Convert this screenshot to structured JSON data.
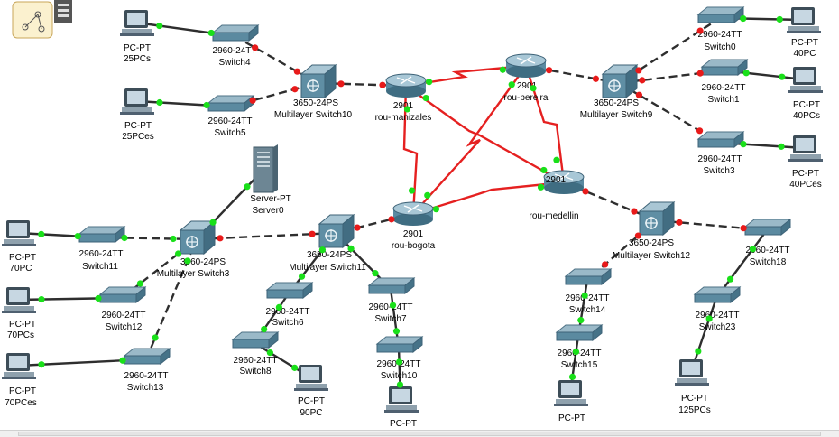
{
  "colors": {
    "link_up": "#2e2e2e",
    "link_serial": "#e52020",
    "port_up": "#19e019",
    "port_down": "#e81a1a"
  },
  "nodes": [
    {
      "id": "pc25",
      "kind": "pc",
      "line1": "PC-PT",
      "line2": "25PCs"
    },
    {
      "id": "sw4",
      "kind": "switch",
      "line1": "2960-24TT",
      "line2": "Switch4"
    },
    {
      "id": "pc25es",
      "kind": "pc",
      "line1": "PC-PT",
      "line2": "25PCes"
    },
    {
      "id": "sw5",
      "kind": "switch",
      "line1": "2960-24TT",
      "line2": "Switch5"
    },
    {
      "id": "msw10",
      "kind": "mlswitch",
      "line1": "3650-24PS",
      "line2": "Multilayer Switch10"
    },
    {
      "id": "rman",
      "kind": "router",
      "line1": "2901",
      "line2": "rou-manizales"
    },
    {
      "id": "rper",
      "kind": "router",
      "line1": "2901",
      "line2": "rou-pereira"
    },
    {
      "id": "msw9",
      "kind": "mlswitch",
      "line1": "3650-24PS",
      "line2": "Multilayer Switch9"
    },
    {
      "id": "sw0",
      "kind": "switch",
      "line1": "2960-24TT",
      "line2": "Switch0"
    },
    {
      "id": "pc40",
      "kind": "pc",
      "line1": "PC-PT",
      "line2": "40PC"
    },
    {
      "id": "sw1",
      "kind": "switch",
      "line1": "2960-24TT",
      "line2": "Switch1"
    },
    {
      "id": "pc40s",
      "kind": "pc",
      "line1": "PC-PT",
      "line2": "40PCs"
    },
    {
      "id": "sw3",
      "kind": "switch",
      "line1": "2960-24TT",
      "line2": "Switch3"
    },
    {
      "id": "pc40es",
      "kind": "pc",
      "line1": "PC-PT",
      "line2": "40PCes"
    },
    {
      "id": "srv0",
      "kind": "server",
      "line1": "Server-PT",
      "line2": "Server0"
    },
    {
      "id": "rmed",
      "kind": "router",
      "line1": "2901",
      "line2": "rou-medellin"
    },
    {
      "id": "rbog",
      "kind": "router",
      "line1": "2901",
      "line2": "rou-bogota"
    },
    {
      "id": "msw11",
      "kind": "mlswitch",
      "line1": "3650-24PS",
      "line2": "Multilayer Switch11"
    },
    {
      "id": "msw3",
      "kind": "mlswitch",
      "line1": "3560-24PS",
      "line2": "Multilayer Switch3"
    },
    {
      "id": "pc70",
      "kind": "pc",
      "line1": "PC-PT",
      "line2": "70PC"
    },
    {
      "id": "sw11",
      "kind": "switch",
      "line1": "2960-24TT",
      "line2": "Switch11"
    },
    {
      "id": "pc70s",
      "kind": "pc",
      "line1": "PC-PT",
      "line2": "70PCs"
    },
    {
      "id": "sw12",
      "kind": "switch",
      "line1": "2960-24TT",
      "line2": "Switch12"
    },
    {
      "id": "pc70es",
      "kind": "pc",
      "line1": "PC-PT",
      "line2": "70PCes"
    },
    {
      "id": "sw13",
      "kind": "switch",
      "line1": "2960-24TT",
      "line2": "Switch13"
    },
    {
      "id": "sw6",
      "kind": "switch",
      "line1": "2960-24TT",
      "line2": "Switch6"
    },
    {
      "id": "sw8",
      "kind": "switch",
      "line1": "2960-24TT",
      "line2": "Switch8"
    },
    {
      "id": "pc90",
      "kind": "pc",
      "line1": "PC-PT",
      "line2": "90PC"
    },
    {
      "id": "sw7",
      "kind": "switch",
      "line1": "2960-24TT",
      "line2": "Switch7"
    },
    {
      "id": "sw10",
      "kind": "switch",
      "line1": "2960-24TT",
      "line2": "Switch10"
    },
    {
      "id": "pcb",
      "kind": "pc",
      "line1": "PC-PT",
      "line2": ""
    },
    {
      "id": "msw12",
      "kind": "mlswitch",
      "line1": "3650-24PS",
      "line2": "Multilayer Switch12"
    },
    {
      "id": "sw14",
      "kind": "switch",
      "line1": "2960-24TT",
      "line2": "Switch14"
    },
    {
      "id": "sw15",
      "kind": "switch",
      "line1": "2960-24TT",
      "line2": "Switch15"
    },
    {
      "id": "pcm",
      "kind": "pc",
      "line1": "PC-PT",
      "line2": ""
    },
    {
      "id": "sw18",
      "kind": "switch",
      "line1": "2960-24TT",
      "line2": "Switch18"
    },
    {
      "id": "sw23",
      "kind": "switch",
      "line1": "2960-24TT",
      "line2": "Switch23"
    },
    {
      "id": "pc125",
      "kind": "pc",
      "line1": "PC-PT",
      "line2": "125PCs"
    }
  ],
  "links": [
    {
      "a": "pc25",
      "b": "sw4",
      "type": "solid",
      "sa": "up",
      "sb": "up"
    },
    {
      "a": "sw4",
      "b": "msw10",
      "type": "dashed",
      "sa": "down",
      "sb": "down"
    },
    {
      "a": "pc25es",
      "b": "sw5",
      "type": "solid",
      "sa": "up",
      "sb": "up"
    },
    {
      "a": "sw5",
      "b": "msw10",
      "type": "dashed",
      "sa": "down",
      "sb": "down"
    },
    {
      "a": "msw10",
      "b": "rman",
      "type": "dashed",
      "sa": "down",
      "sb": "down"
    },
    {
      "a": "rman",
      "b": "rper",
      "type": "serial",
      "sa": "up",
      "sb": "up"
    },
    {
      "a": "rman",
      "b": "rbog",
      "type": "serial",
      "sa": "up",
      "sb": "up"
    },
    {
      "a": "rman",
      "b": "rmed",
      "type": "serial",
      "sa": "up",
      "sb": "up"
    },
    {
      "a": "rper",
      "b": "rbog",
      "type": "serial",
      "sa": "up",
      "sb": "up"
    },
    {
      "a": "rper",
      "b": "rmed",
      "type": "serial",
      "sa": "up",
      "sb": "up"
    },
    {
      "a": "rbog",
      "b": "rmed",
      "type": "serial",
      "sa": "up",
      "sb": "up"
    },
    {
      "a": "rper",
      "b": "msw9",
      "type": "dashed",
      "sa": "down",
      "sb": "down"
    },
    {
      "a": "msw9",
      "b": "sw0",
      "type": "dashed",
      "sa": "down",
      "sb": "down"
    },
    {
      "a": "sw0",
      "b": "pc40",
      "type": "solid",
      "sa": "up",
      "sb": "up"
    },
    {
      "a": "msw9",
      "b": "sw1",
      "type": "dashed",
      "sa": "down",
      "sb": "down"
    },
    {
      "a": "sw1",
      "b": "pc40s",
      "type": "solid",
      "sa": "up",
      "sb": "up"
    },
    {
      "a": "msw9",
      "b": "sw3",
      "type": "dashed",
      "sa": "down",
      "sb": "down"
    },
    {
      "a": "sw3",
      "b": "pc40es",
      "type": "solid",
      "sa": "up",
      "sb": "up"
    },
    {
      "a": "rbog",
      "b": "msw11",
      "type": "dashed",
      "sa": "down",
      "sb": "down"
    },
    {
      "a": "msw11",
      "b": "msw3",
      "type": "dashed",
      "sa": "down",
      "sb": "down"
    },
    {
      "a": "srv0",
      "b": "msw3",
      "type": "solid",
      "sa": "up",
      "sb": "up"
    },
    {
      "a": "pc70",
      "b": "sw11",
      "type": "solid",
      "sa": "up",
      "sb": "up"
    },
    {
      "a": "sw11",
      "b": "msw3",
      "type": "dashed",
      "sa": "up",
      "sb": "up"
    },
    {
      "a": "pc70s",
      "b": "sw12",
      "type": "solid",
      "sa": "up",
      "sb": "up"
    },
    {
      "a": "sw12",
      "b": "msw3",
      "type": "dashed",
      "sa": "up",
      "sb": "up"
    },
    {
      "a": "pc70es",
      "b": "sw13",
      "type": "solid",
      "sa": "up",
      "sb": "up"
    },
    {
      "a": "sw13",
      "b": "msw3",
      "type": "dashed",
      "sa": "up",
      "sb": "up"
    },
    {
      "a": "msw11",
      "b": "sw6",
      "type": "solid",
      "sa": "up",
      "sb": "up"
    },
    {
      "a": "sw6",
      "b": "sw8",
      "type": "solid",
      "sa": "up",
      "sb": "up"
    },
    {
      "a": "sw8",
      "b": "pc90",
      "type": "solid",
      "sa": "up",
      "sb": "up"
    },
    {
      "a": "msw11",
      "b": "sw7",
      "type": "solid",
      "sa": "up",
      "sb": "up"
    },
    {
      "a": "sw7",
      "b": "sw10",
      "type": "solid",
      "sa": "up",
      "sb": "up"
    },
    {
      "a": "sw10",
      "b": "pcb",
      "type": "solid",
      "sa": "up",
      "sb": "up"
    },
    {
      "a": "rmed",
      "b": "msw12",
      "type": "dashed",
      "sa": "down",
      "sb": "down"
    },
    {
      "a": "msw12",
      "b": "sw14",
      "type": "dashed",
      "sa": "down",
      "sb": "down"
    },
    {
      "a": "sw14",
      "b": "sw15",
      "type": "solid",
      "sa": "up",
      "sb": "up"
    },
    {
      "a": "sw15",
      "b": "pcm",
      "type": "solid",
      "sa": "up",
      "sb": "up"
    },
    {
      "a": "msw12",
      "b": "sw18",
      "type": "dashed",
      "sa": "down",
      "sb": "down"
    },
    {
      "a": "sw18",
      "b": "sw23",
      "type": "solid",
      "sa": "up",
      "sb": "up"
    },
    {
      "a": "sw23",
      "b": "pc125",
      "type": "solid",
      "sa": "up",
      "sb": "up"
    }
  ]
}
